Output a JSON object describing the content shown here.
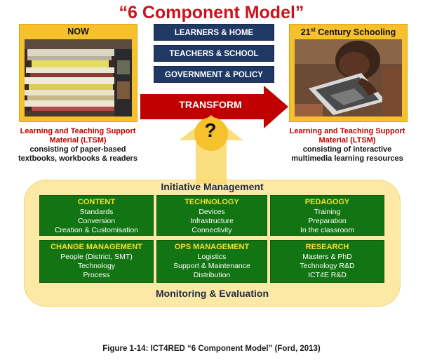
{
  "title": "“6 Component Model”",
  "now": {
    "label": "NOW",
    "desc_red": "Learning and Teaching Support Material (LTSM)",
    "desc_black": "consisting of paper-based textbooks, workbooks & readers"
  },
  "future": {
    "label_main": "21",
    "label_sup": "st",
    "label_rest": " Century Schooling",
    "desc_red": "Learning and Teaching Support Material (LTSM)",
    "desc_black": "consisting of interactive multimedia learning resources"
  },
  "stakeholders": [
    "LEARNERS & HOME",
    "TEACHERS & SCHOOL",
    "GOVERNMENT & POLICY"
  ],
  "transform_label": "TRANSFORM",
  "question_mark": "?",
  "initiative_heading": "Initiative Management",
  "monitoring_heading": "Monitoring & Evaluation",
  "components": [
    {
      "title": "CONTENT",
      "items": [
        "Standards",
        "Conversion",
        "Creation & Customisation"
      ]
    },
    {
      "title": "TECHNOLOGY",
      "items": [
        "Devices",
        "Infrastructure",
        "Connectivity"
      ]
    },
    {
      "title": "PEDAGOGY",
      "items": [
        "Training",
        "Preparation",
        "In  the classroom"
      ]
    },
    {
      "title": "CHANGE MANAGEMENT",
      "items": [
        "People (District, SMT)",
        "Technology",
        "Process"
      ]
    },
    {
      "title": "OPS MANAGEMENT",
      "items": [
        "Logistics",
        "Support & Maintenance",
        "Distribution"
      ]
    },
    {
      "title": "RESEARCH",
      "items": [
        "Masters & PhD",
        "Technology R&D",
        "ICT4E R&D"
      ]
    }
  ],
  "caption": "Figure 1-14: ICT4RED “6 Component Model” (Ford, 2013)",
  "colors": {
    "title_red": "#c8141c",
    "navy": "#1f3864",
    "arrow_red": "#c00000",
    "frame_gold": "#f6c12c",
    "component_green": "#127412",
    "component_title_yellow": "#f7e02a",
    "cream": "#fce9a6"
  }
}
